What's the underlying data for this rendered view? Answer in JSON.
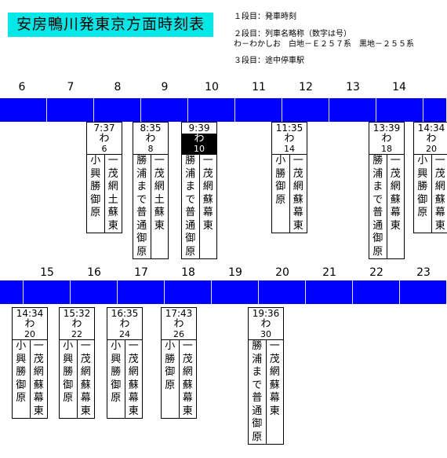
{
  "title": "安房鴨川発東京方面時刻表",
  "legend": {
    "line1": "１段目：発車時刻",
    "line2": "２段目：列車名略称（数字は号）",
    "line3": "わ－わかしお　白地－Ｅ２５７系　黒地－２５５系",
    "line4": "３段目：途中停車駅"
  },
  "row1_hours": [
    "6",
    "7",
    "8",
    "9",
    "10",
    "11",
    "12",
    "13",
    "14"
  ],
  "row2_hours": [
    "15",
    "16",
    "17",
    "18",
    "19",
    "20",
    "21",
    "22",
    "23"
  ],
  "trains_row1": [
    {
      "time": "7:37",
      "code": "わ",
      "num": "6",
      "stops_a": "小興勝御原",
      "stops_b": "一茂網土蘇東",
      "black": false
    },
    {
      "time": "8:35",
      "code": "わ",
      "num": "8",
      "stops_a": "勝浦まで普通御原",
      "stops_b": "一茂網土蘇東",
      "black": false
    },
    {
      "time": "9:39",
      "code": "わ",
      "num": "10",
      "stops_a": "勝浦まで普通御原",
      "stops_b": "一茂網蘇幕東",
      "black": true
    },
    {
      "time": "11:35",
      "code": "わ",
      "num": "14",
      "stops_a": "小勝御原",
      "stops_b": "一茂網蘇幕東",
      "black": false
    },
    {
      "time": "13:39",
      "code": "わ",
      "num": "18",
      "stops_a": "勝浦まで普通御原",
      "stops_b": "一茂網蘇幕東",
      "black": false
    },
    {
      "time": "14:34",
      "code": "わ",
      "num": "20",
      "stops_a": "小興勝御原",
      "stops_b": "一茂網蘇幕東",
      "black": false
    }
  ],
  "trains_row2": [
    {
      "time": "14:34",
      "code": "わ",
      "num": "20",
      "stops_a": "小興勝御原",
      "stops_b": "一茂網蘇幕東",
      "black": false
    },
    {
      "time": "15:32",
      "code": "わ",
      "num": "22",
      "stops_a": "小興勝御原",
      "stops_b": "一茂網蘇幕東",
      "black": false
    },
    {
      "time": "16:35",
      "code": "わ",
      "num": "24",
      "stops_a": "小興勝御原",
      "stops_b": "一茂網蘇幕東",
      "black": false
    },
    {
      "time": "17:43",
      "code": "わ",
      "num": "26",
      "stops_a": "小勝御原",
      "stops_b": "一茂網蘇幕東",
      "black": false
    },
    {
      "time": "19:36",
      "code": "わ",
      "num": "30",
      "stops_a": "勝浦まで普通御原",
      "stops_b": "一茂網蘇幕東",
      "black": false
    }
  ]
}
